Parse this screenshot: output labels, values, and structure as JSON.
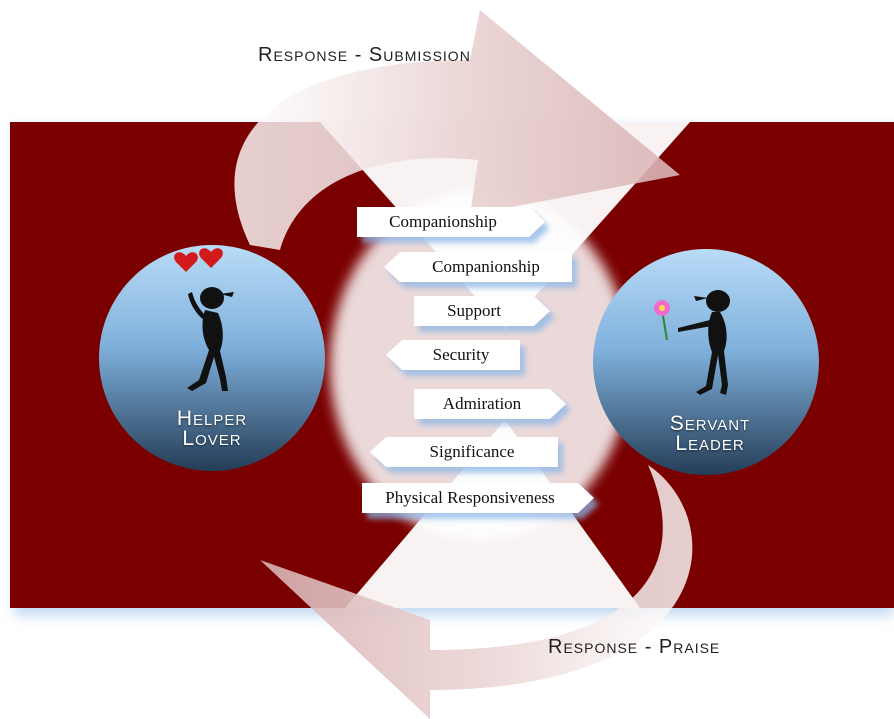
{
  "captions": {
    "top": "Response - Submission",
    "bottom": "Response - Praise"
  },
  "left_circle": {
    "line1": "Helper",
    "line2": "Lover",
    "icon": "person-with-hearts-icon"
  },
  "right_circle": {
    "line1": "Servant",
    "line2": "Leader",
    "icon": "person-with-flower-icon"
  },
  "tags": [
    {
      "label": "Companionship",
      "direction": "right"
    },
    {
      "label": "Companionship",
      "direction": "left"
    },
    {
      "label": "Support",
      "direction": "right"
    },
    {
      "label": "Security",
      "direction": "left"
    },
    {
      "label": "Admiration",
      "direction": "right"
    },
    {
      "label": "Significance",
      "direction": "left"
    },
    {
      "label": "Physical Responsiveness",
      "direction": "right"
    }
  ],
  "colors": {
    "background_panel": "#7a0000",
    "circle_top": "#a9cff0",
    "circle_bottom": "#2c4a66",
    "arrow": "#e6c9c9",
    "tag_fill": "#ffffff",
    "tag_shadow": "#8bb6e6"
  }
}
